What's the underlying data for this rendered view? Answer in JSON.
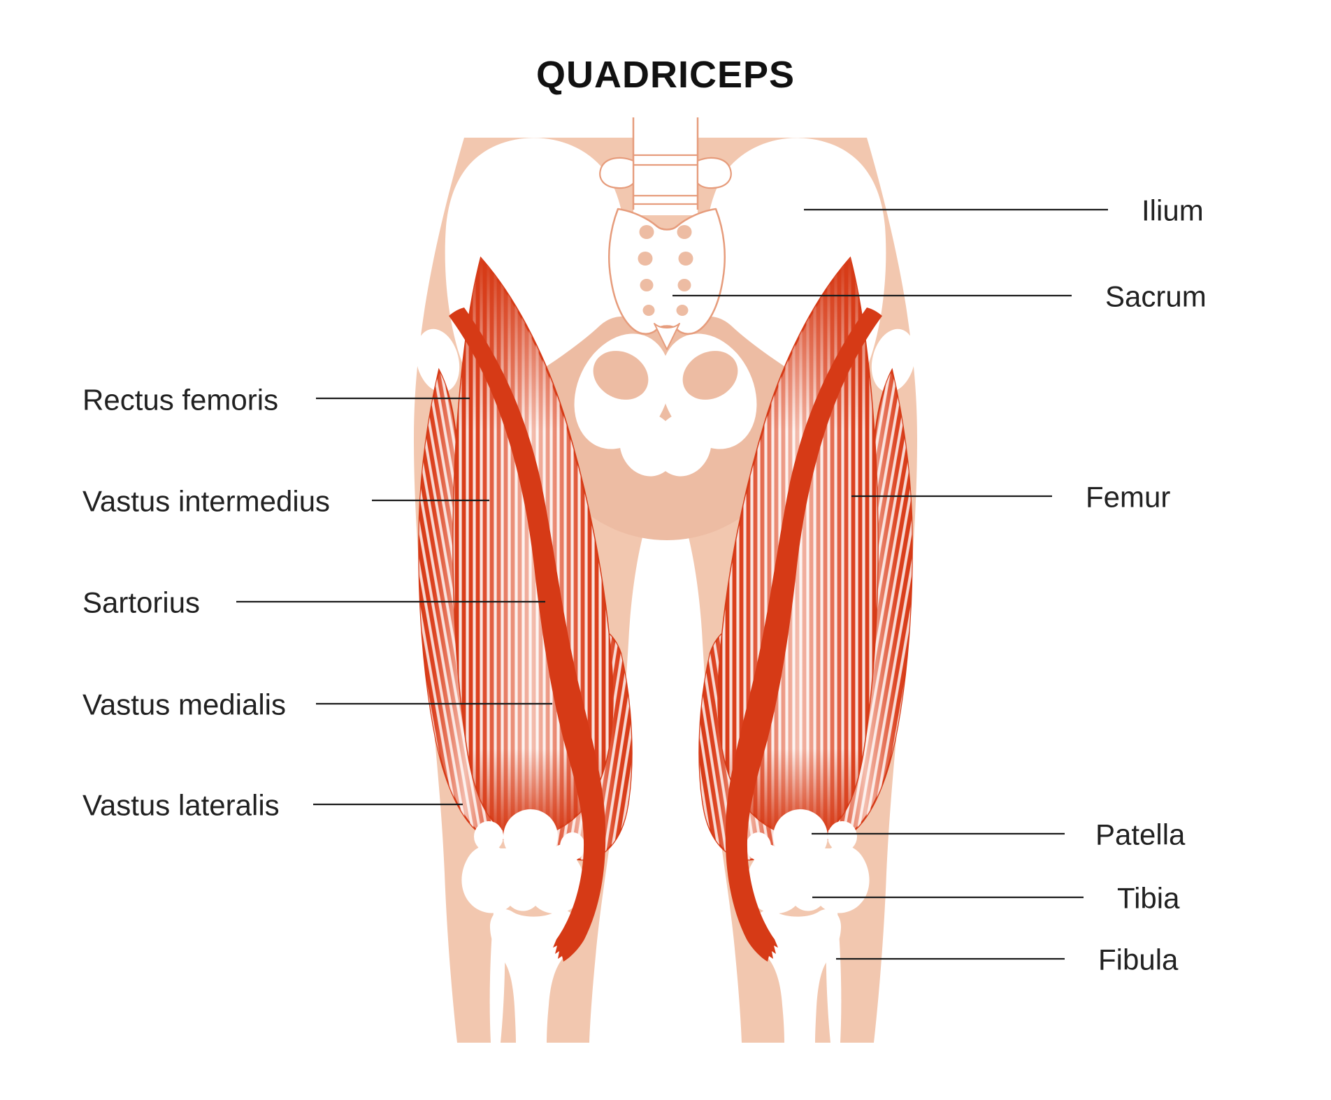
{
  "title": "QUADRICEPS",
  "labels": {
    "left": [
      {
        "text": "Rectus femoris"
      },
      {
        "text": "Vastus intermedius"
      },
      {
        "text": "Sartorius"
      },
      {
        "text": "Vastus medialis"
      },
      {
        "text": "Vastus lateralis"
      }
    ],
    "right": [
      {
        "text": "Ilium"
      },
      {
        "text": "Sacrum"
      },
      {
        "text": "Femur"
      },
      {
        "text": "Patella"
      },
      {
        "text": "Tibia"
      },
      {
        "text": "Fibula"
      }
    ]
  },
  "colors": {
    "skin": "#F2C7AF",
    "skin_deep": "#EDBCA3",
    "bone": "#FFFFFF",
    "bone_outline": "#E69C7C",
    "muscle_dark": "#D63A16",
    "muscle_mid": "#DC4220",
    "muscle_light": "#F3BCAD",
    "line_color": "#1B1B1B",
    "text_color": "#212121",
    "bg": "#FFFFFF"
  }
}
